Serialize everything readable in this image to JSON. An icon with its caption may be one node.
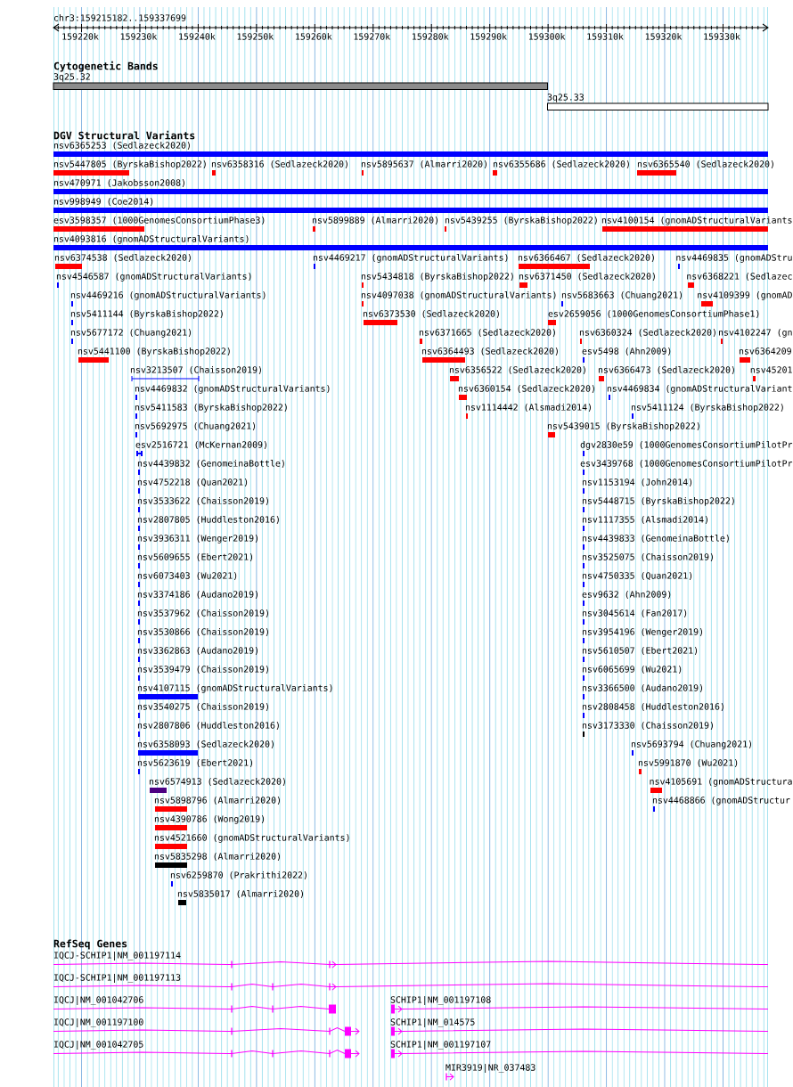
{
  "diagram": {
    "nodes": [
      {
        "text": [
          "3q25.32"
        ]
      },
      {
        "text": [
          "3q25.33"
        ]
      },
      {
        "text": [
          "nsv6365253 (Sedlazeck2020)"
        ]
      },
      {
        "text": [
          "nsv5447805 (ByrskaBishop2022)"
        ]
      },
      {
        "text": [
          "nsv6358316 (Sedlazeck2020)"
        ]
      },
      {
        "text": [
          "nsv5895637 (Almarri2020)"
        ]
      },
      {
        "text": [
          "nsv6355686 (Sedlazeck2020)"
        ]
      },
      {
        "text": [
          "nsv6365540 (Sedlazeck2020)"
        ]
      },
      {
        "text": [
          "nsv470971 (Jakobsson2008)"
        ]
      },
      {
        "text": [
          "nsv998949 (Coe2014)"
        ]
      },
      {
        "text": [
          "esv3598357 (1000GenomesConsortiumPhase3)"
        ]
      },
      {
        "text": [
          "nsv5899889 (Almarri2020)"
        ]
      },
      {
        "text": [
          "nsv5439255 (ByrskaBishop2022)"
        ]
      },
      {
        "text": [
          "nsv4100154 (gnomADStructuralVariants"
        ]
      },
      {
        "text": [
          "nsv4093816 (gnomADStructuralVariants)"
        ]
      },
      {
        "text": [
          "nsv6374538 (Sedlazeck2020)"
        ]
      },
      {
        "text": [
          "nsv4469217 (gnomADStructuralVariants)"
        ]
      },
      {
        "text": [
          "nsv6366467 (Sedlazeck2020)"
        ]
      },
      {
        "text": [
          "nsv4469835 (gnomADStru"
        ]
      },
      {
        "text": [
          "nsv4546587 (gnomADStructuralVariants)"
        ]
      },
      {
        "text": [
          "nsv5434818 (ByrskaBishop2022)"
        ]
      },
      {
        "text": [
          "nsv6371450 (Sedlazeck2020)"
        ]
      },
      {
        "text": [
          "nsv6368221 (Sedlazec"
        ]
      },
      {
        "text": [
          "nsv4469216 (gnomADStructuralVariants)"
        ]
      },
      {
        "text": [
          "nsv4097038 (gnomADStructuralVariants)"
        ]
      },
      {
        "text": [
          "nsv5683663 (Chuang2021)"
        ]
      },
      {
        "text": [
          "nsv4109399 (gnomAD"
        ]
      },
      {
        "text": [
          "nsv5411144 (ByrskaBishop2022)"
        ]
      },
      {
        "text": [
          "nsv6373530 (Sedlazeck2020)"
        ]
      },
      {
        "text": [
          "esv2659056 (1000GenomesConsortiumPhase1)"
        ]
      },
      {
        "text": [
          "nsv5677172 (Chuang2021)"
        ]
      },
      {
        "text": [
          "nsv6371665 (Sedlazeck2020)"
        ]
      },
      {
        "text": [
          "nsv6360324 (Sedlazeck2020)"
        ]
      },
      {
        "text": [
          "nsv4102247 (gn"
        ]
      },
      {
        "text": [
          "nsv5441100 (ByrskaBishop2022)"
        ]
      },
      {
        "text": [
          "nsv6364493 (Sedlazeck2020)"
        ]
      },
      {
        "text": [
          "esv5498 (Ahn2009)"
        ]
      },
      {
        "text": [
          "nsv6364209"
        ]
      },
      {
        "text": [
          "nsv3213507 (Chaisson2019)"
        ]
      },
      {
        "text": [
          "nsv6356522 (Sedlazeck2020)"
        ]
      },
      {
        "text": [
          "nsv6366473 (Sedlazeck2020)"
        ]
      },
      {
        "text": [
          "nsv45201"
        ]
      },
      {
        "text": [
          "nsv4469832 (gnomADStructuralVariants)"
        ]
      },
      {
        "text": [
          "nsv6360154 (Sedlazeck2020)"
        ]
      },
      {
        "text": [
          "nsv4469834 (gnomADStructuralVariant"
        ]
      },
      {
        "text": [
          "nsv5411583 (ByrskaBishop2022)"
        ]
      },
      {
        "text": [
          "nsv1114442 (Alsmadi2014)"
        ]
      },
      {
        "text": [
          "nsv5411124 (ByrskaBishop2022)"
        ]
      },
      {
        "text": [
          "nsv5692975 (Chuang2021)"
        ]
      },
      {
        "text": [
          "nsv5439015 (ByrskaBishop2022)"
        ]
      },
      {
        "text": [
          "esv2516721 (McKernan2009)"
        ]
      },
      {
        "text": [
          "dgv2830e59 (1000GenomesConsortiumPilotPr"
        ]
      },
      {
        "text": [
          "nsv4439832 (GenomeinaBottle)"
        ]
      },
      {
        "text": [
          "esv3439768 (1000GenomesConsortiumPilotPr"
        ]
      },
      {
        "text": [
          "nsv4752218 (Quan2021)"
        ]
      },
      {
        "text": [
          "nsv1153194 (John2014)"
        ]
      },
      {
        "text": [
          "nsv3533622 (Chaisson2019)"
        ]
      },
      {
        "text": [
          "nsv5448715 (ByrskaBishop2022)"
        ]
      },
      {
        "text": [
          "nsv2807805 (Huddleston2016)"
        ]
      },
      {
        "text": [
          "nsv1117355 (Alsmadi2014)"
        ]
      },
      {
        "text": [
          "nsv3936311 (Wenger2019)"
        ]
      },
      {
        "text": [
          "nsv4439833 (GenomeinaBottle)"
        ]
      },
      {
        "text": [
          "nsv5609655 (Ebert2021)"
        ]
      },
      {
        "text": [
          "nsv3525075 (Chaisson2019)"
        ]
      },
      {
        "text": [
          "nsv6073403 (Wu2021)"
        ]
      },
      {
        "text": [
          "nsv4750335 (Quan2021)"
        ]
      },
      {
        "text": [
          "nsv3374186 (Audano2019)"
        ]
      },
      {
        "text": [
          "esv9632 (Ahn2009)"
        ]
      },
      {
        "text": [
          "nsv3537962 (Chaisson2019)"
        ]
      },
      {
        "text": [
          "nsv3045614 (Fan2017)"
        ]
      },
      {
        "text": [
          "nsv3530866 (Chaisson2019)"
        ]
      },
      {
        "text": [
          "nsv3954196 (Wenger2019)"
        ]
      },
      {
        "text": [
          "nsv3362863 (Audano2019)"
        ]
      },
      {
        "text": [
          "nsv5610507 (Ebert2021)"
        ]
      },
      {
        "text": [
          "nsv3539479 (Chaisson2019)"
        ]
      },
      {
        "text": [
          "nsv6065699 (Wu2021)"
        ]
      },
      {
        "text": [
          "nsv4107115 (gnomADStructuralVariants)"
        ]
      },
      {
        "text": [
          "nsv3366500 (Audano2019)"
        ]
      },
      {
        "text": [
          "nsv3540275 (Chaisson2019)"
        ]
      },
      {
        "text": [
          "nsv2808458 (Huddleston2016)"
        ]
      },
      {
        "text": [
          "nsv2807806 (Huddleston2016)"
        ]
      },
      {
        "text": [
          "nsv3173330 (Chaisson2019)"
        ]
      },
      {
        "text": [
          "nsv6358093 (Sedlazeck2020)"
        ]
      },
      {
        "text": [
          "nsv5693794 (Chuang2021)"
        ]
      },
      {
        "text": [
          "nsv5623619 (Ebert2021)"
        ]
      },
      {
        "text": [
          "nsv5991870 (Wu2021)"
        ]
      },
      {
        "text": [
          "nsv6574913 (Sedlazeck2020)"
        ]
      },
      {
        "text": [
          "nsv4105691 (gnomADStructura"
        ]
      },
      {
        "text": [
          "nsv5898796 (Almarri2020)"
        ]
      },
      {
        "text": [
          "nsv4468866 (gnomADStructur"
        ]
      },
      {
        "text": [
          "nsv4390786 (Wong2019)"
        ]
      },
      {
        "text": [
          "nsv4521660 (gnomADStructuralVariants)"
        ]
      },
      {
        "text": [
          "nsv5835298 (Almarri2020)"
        ]
      },
      {
        "text": [
          "nsv6259870 (Prakrithi2022)"
        ]
      },
      {
        "text": [
          "nsv5835017 (Almarri2020)"
        ]
      },
      {
        "text": [
          "IQCJ-SCHIP1|NM_001197114"
        ]
      },
      {
        "text": [
          "IQCJ-SCHIP1|NM_001197113"
        ]
      },
      {
        "text": [
          "IQCJ|NM_001042706"
        ]
      },
      {
        "text": [
          "SCHIP1|NM_001197108"
        ]
      },
      {
        "text": [
          "IQCJ|NM_001197100"
        ]
      },
      {
        "text": [
          "SCHIP1|NM_014575"
        ]
      },
      {
        "text": [
          "IQCJ|NM_001042705"
        ]
      },
      {
        "text": [
          "SCHIP1|NM_001197107"
        ]
      },
      {
        "text": [
          "MIR3919|NR_037483"
        ]
      }
    ],
    "labels": [
      "chr3:159215182..159337699",
      "159220k",
      "159230k",
      "159240k",
      "159250k",
      "159260k",
      "159270k",
      "159280k",
      "159290k",
      "159300k",
      "159310k",
      "159320k",
      "159330k",
      "Cytogenetic Bands",
      "DGV Structural Variants",
      "RefSeq Genes"
    ]
  }
}
